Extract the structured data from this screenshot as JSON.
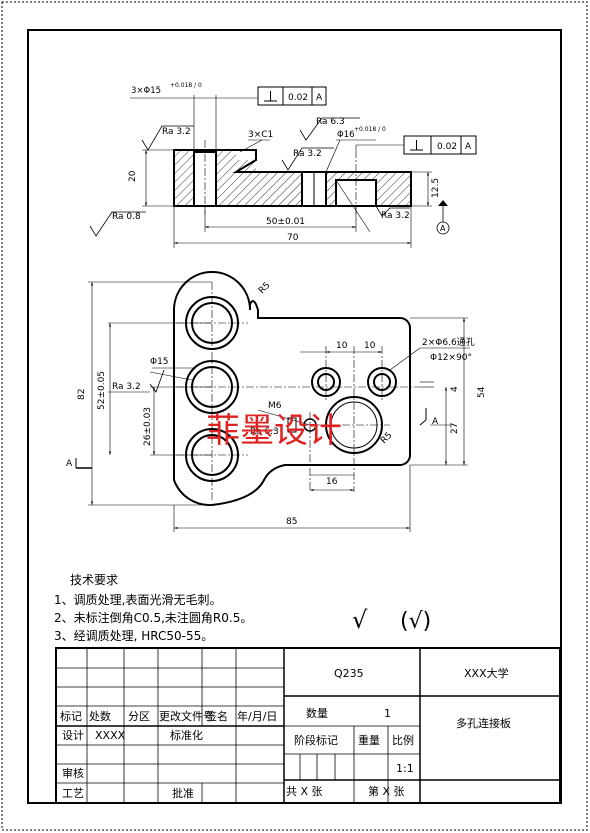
{
  "drawing": {
    "section_view": {
      "dim_bores": "3×Φ15",
      "tol_bores": "+0.018 / 0",
      "perp_tolerance_top": "0.02",
      "datum_top": "A",
      "ra_top_left": "Ra 3.2",
      "ra_6_3": "Ra 6.3",
      "chamfer": "3×C1",
      "dim_bore_16": "Φ16",
      "tol_bore_16": "+0.018 / 0",
      "ra_step": "Ra 3.2",
      "perp_tolerance_right": "0.02",
      "datum_right": "A",
      "dim_height_20": "20",
      "dim_height_12_5": "12.5",
      "ra_bottom_left": "Ra 0.8",
      "ra_bottom_right": "Ra 3.2",
      "dim_50": "50±0.01",
      "dim_70": "70",
      "datum_circle": "A"
    },
    "plan_view": {
      "dim_r5_top": "R5",
      "dim_82": "82",
      "dim_52": "52±0.05",
      "dim_26": "26±0.03",
      "dim_phi15": "Φ15",
      "ra_left": "Ra 3.2",
      "dim_m6": "M6",
      "ra_6_3": "Ra 6.3",
      "dim_10a": "10",
      "dim_10b": "10",
      "note_holes": "2×Φ6.6通孔",
      "note_csk": "Φ12×90°",
      "dim_4": "4",
      "dim_54": "54",
      "dim_27": "27",
      "dim_r5_right": "R5",
      "dim_16": "16",
      "dim_85": "85",
      "section_label_left": "A",
      "section_label_right": "A"
    },
    "watermark": "菲墨设计",
    "tech_requirements": {
      "heading": "技术要求",
      "items": [
        "1、调质处理,表面光滑无毛刺。",
        "2、未标注倒角C0.5,未注圆角R0.5。",
        "3、经调质处理, HRC50-55。"
      ]
    },
    "check_marks": {
      "left": "√",
      "right": "(√)"
    }
  },
  "title_block": {
    "material": "Q235",
    "school": "XXX大学",
    "quantity_label": "数量",
    "quantity_value": "1",
    "part_name": "多孔连接板",
    "stage_label": "阶段标记",
    "weight_label": "重量",
    "scale_label": "比例",
    "scale_value": "1:1",
    "rev_mark": "标记",
    "rev_count": "处数",
    "rev_zone": "分区",
    "rev_doc": "更改文件号",
    "rev_sign": "签名",
    "rev_date": "年/月/日",
    "design_label": "设计",
    "designer": "XXXX",
    "standard_label": "标准化",
    "review_label": "审核",
    "process_label": "工艺",
    "approve_label": "批准",
    "total_sheets": "共  X  张",
    "sheet_no": "第  X  张"
  }
}
